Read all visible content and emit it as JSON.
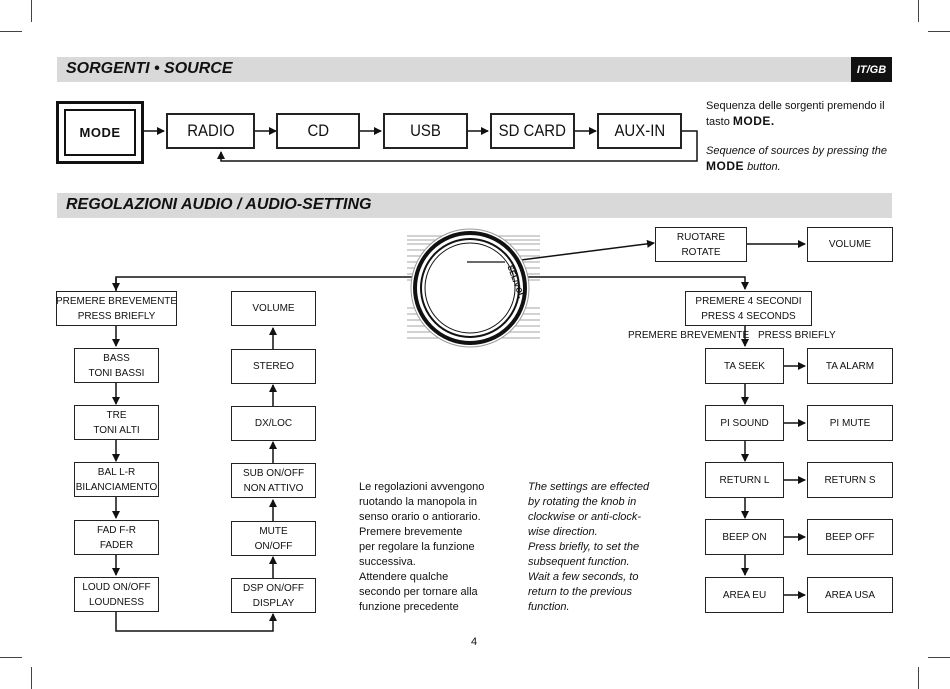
{
  "header": {
    "sources_title": "SORGENTI • SOURCE",
    "lang_badge": "IT/GB",
    "audio_title": "REGOLAZIONI AUDIO / AUDIO-SETTING"
  },
  "sources": {
    "mode_button": "MODE",
    "items": [
      "RADIO",
      "CD",
      "USB",
      "SD CARD",
      "AUX-IN"
    ],
    "note_it_line1": "Sequenza delle sorgenti premendo il",
    "note_it_line2_prefix": "tasto",
    "note_it_mode": "MODE.",
    "note_gb_line1": "Sequence of sources by pressing the",
    "note_gb_mode": "MODE",
    "note_gb_suffix": "button."
  },
  "knob": {
    "label": "SEL/VOL",
    "marks": "+  –"
  },
  "left_flow": {
    "start": [
      "PREMERE BREVEMENTE",
      "PRESS BRIEFLY"
    ],
    "col1": [
      [
        "BASS",
        "TONI BASSI"
      ],
      [
        "TRE",
        "TONI ALTI"
      ],
      [
        "BAL L-R",
        "BILANCIAMENTO"
      ],
      [
        "FAD F-R",
        "FADER"
      ],
      [
        "LOUD ON/OFF",
        "LOUDNESS"
      ]
    ],
    "col2": [
      [
        "VOLUME"
      ],
      [
        "STEREO"
      ],
      [
        "DX/LOC"
      ],
      [
        "SUB ON/OFF",
        "NON ATTIVO"
      ],
      [
        "MUTE",
        "ON/OFF"
      ],
      [
        "DSP ON/OFF",
        "DISPLAY"
      ]
    ]
  },
  "right_flow": {
    "rotate": [
      "RUOTARE",
      "ROTATE"
    ],
    "volume": "VOLUME",
    "press4": [
      "PREMERE 4 SECONDI",
      "PRESS 4 SECONDS"
    ],
    "briefly_it": "PREMERE BREVEMENTE",
    "briefly_gb": "PRESS BRIEFLY",
    "pairs": [
      [
        "TA SEEK",
        "TA ALARM"
      ],
      [
        "PI SOUND",
        "PI MUTE"
      ],
      [
        "RETURN L",
        "RETURN S"
      ],
      [
        "BEEP ON",
        "BEEP OFF"
      ],
      [
        "AREA EU",
        "AREA USA"
      ]
    ]
  },
  "notes": {
    "it": [
      "Le regolazioni avvengono",
      "ruotando la manopola in",
      "senso orario o antiorario.",
      "Premere brevemente",
      "per regolare la funzione",
      "successiva.",
      "Attendere qualche",
      "secondo per tornare alla",
      "funzione precedente"
    ],
    "gb": [
      "The settings are effected",
      "by rotating the knob in",
      "clockwise or anti-clock-",
      "wise direction.",
      "Press briefly, to set the",
      "subsequent function.",
      "Wait a few seconds,  to",
      "return to the previous",
      "function."
    ]
  },
  "page_number": "4"
}
